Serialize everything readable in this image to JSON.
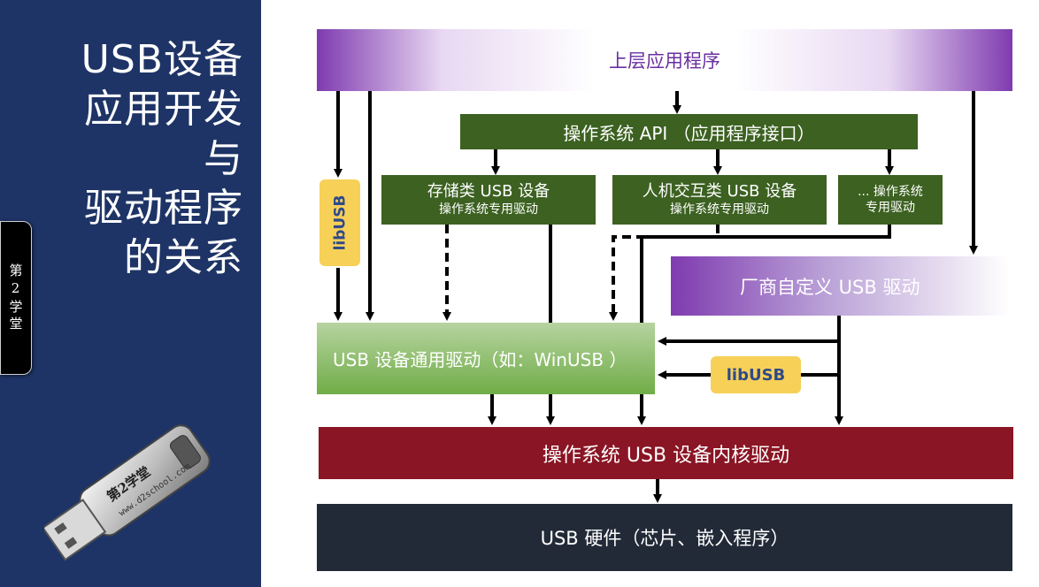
{
  "title": {
    "line1": "USB设备",
    "line2": "应用开发",
    "line3": "与",
    "line4": "驱动程序",
    "line5": "的关系"
  },
  "side_tab": "第2学堂",
  "usb_drive": {
    "label1": "第2学堂",
    "label2": "www.d2school.com"
  },
  "diagram": {
    "top_app": "上层应用程序",
    "os_api": "操作系统 API （应用程序接口）",
    "storage": {
      "line1": "存储类 USB 设备",
      "line2": "操作系统专用驱动"
    },
    "hid": {
      "line1": "人机交互类 USB 设备",
      "line2": "操作系统专用驱动"
    },
    "other": {
      "line1": "... 操作系统",
      "line2": "专用驱动"
    },
    "vendor": "厂商自定义 USB 驱动",
    "generic": "USB 设备通用驱动（如：WinUSB  ）",
    "kernel": "操作系统 USB 设备内核驱动",
    "hardware": "USB 硬件（芯片、嵌入程序）",
    "libusb_left": "libUSB",
    "libusb_right": "libUSB"
  },
  "colors": {
    "panel": "#1e3466",
    "purple": "#7f3bb0",
    "dark_green": "#3c6121",
    "light_green": "#70ad47",
    "kernel_red": "#8a1524",
    "hardware_dark": "#222a38",
    "badge_yellow": "#f7d058"
  }
}
